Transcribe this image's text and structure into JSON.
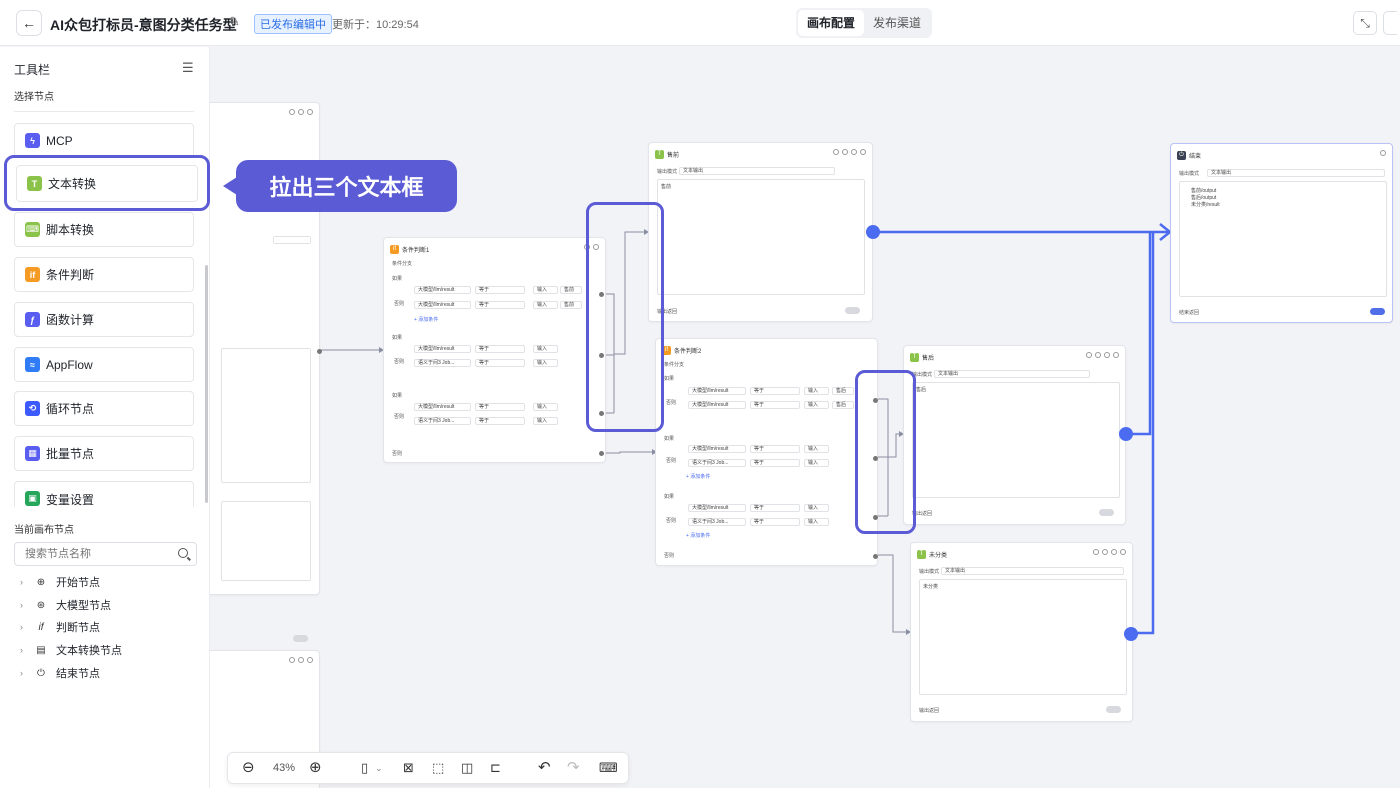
{
  "header": {
    "back_icon": "←",
    "title": "AI众包打标员-意图分类任务型",
    "edit_icon": "✎",
    "status": "已发布编辑中",
    "updated": "更新于：10:29:54",
    "tabs": [
      "画布配置",
      "发布渠道"
    ],
    "active_tab": 0
  },
  "sidebar": {
    "title": "工具栏",
    "menu_icon": "☰",
    "subtitle": "选择节点",
    "tools": [
      {
        "label": "MCP",
        "glyph": "ϟ",
        "color": "#5a5ef0"
      },
      {
        "label": "文本转换",
        "glyph": "T",
        "color": "#8bc34a"
      },
      {
        "label": "脚本转换",
        "glyph": "⌨",
        "color": "#8bc34a"
      },
      {
        "label": "条件判断",
        "glyph": "if",
        "color": "#f59a23"
      },
      {
        "label": "函数计算",
        "glyph": "ƒ",
        "color": "#5a5ef0"
      },
      {
        "label": "AppFlow",
        "glyph": "≈",
        "color": "#2f7cf6"
      },
      {
        "label": "循环节点",
        "glyph": "⟲",
        "color": "#3d5afe"
      },
      {
        "label": "批量节点",
        "glyph": "▦",
        "color": "#5a5ef0"
      },
      {
        "label": "变量设置",
        "glyph": "▣",
        "color": "#26a65b"
      }
    ],
    "canvas_section": "当前画布节点",
    "search_placeholder": "搜索节点名称",
    "tree": [
      {
        "label": "开始节点",
        "icon": "⊕"
      },
      {
        "label": "大模型节点",
        "icon": "⊛"
      },
      {
        "label": "判断节点",
        "icon": "if"
      },
      {
        "label": "文本转换节点",
        "icon": "▤"
      },
      {
        "label": "结束节点",
        "icon": "⏻"
      }
    ]
  },
  "callout": "拉出三个文本框",
  "nodes": {
    "cond1": {
      "title": "条件判断1",
      "section": "条件分支",
      "add_cond": "+ 添加条件",
      "if_label": "如果",
      "else_label": "否则",
      "op": "等于",
      "src1": "大模型/llm/result",
      "src2": "语义于间3 Job...",
      "input": "输入",
      "val": "售前"
    },
    "cond2": {
      "title": "条件判断2",
      "section": "条件分支",
      "add_cond": "+ 添加条件",
      "if_label": "如果",
      "else_label": "否则",
      "op": "等于",
      "src1": "大模型/llm/result",
      "src2": "语义于间3 Job...",
      "input": "输入",
      "val": "售后"
    },
    "text1": {
      "title": "售前",
      "field_label": "输出模式",
      "field_value": "文本输出",
      "content": "售前",
      "footer": "输出返回"
    },
    "text2": {
      "title": "售后",
      "field_label": "输出模式",
      "field_value": "文本输出",
      "content": "售后",
      "footer": "输出返回"
    },
    "text3": {
      "title": "未分类",
      "field_label": "输出模式",
      "field_value": "文本输出",
      "content": "未分类",
      "footer": "输出返回"
    },
    "end": {
      "title": "结束",
      "field_label": "输出模式",
      "field_value": "文本输出",
      "refs": [
        "售前/output",
        "售后/output",
        "未分类/result"
      ],
      "footer": "结束返回"
    }
  },
  "bottom_bar": {
    "zoom": "43%",
    "zoom_out_icon": "⊖",
    "zoom_in_icon": "⊕",
    "mouse_icon": "▯",
    "fit_icon": "⊠",
    "select_icon": "⬚",
    "layout_icon": "◫",
    "align_icon": "⊏",
    "undo_icon": "↶",
    "redo_icon": "↷",
    "keyboard_icon": "⌨"
  },
  "colors": {
    "accent": "#5b5bd6",
    "edge": "#4b6cf0"
  }
}
